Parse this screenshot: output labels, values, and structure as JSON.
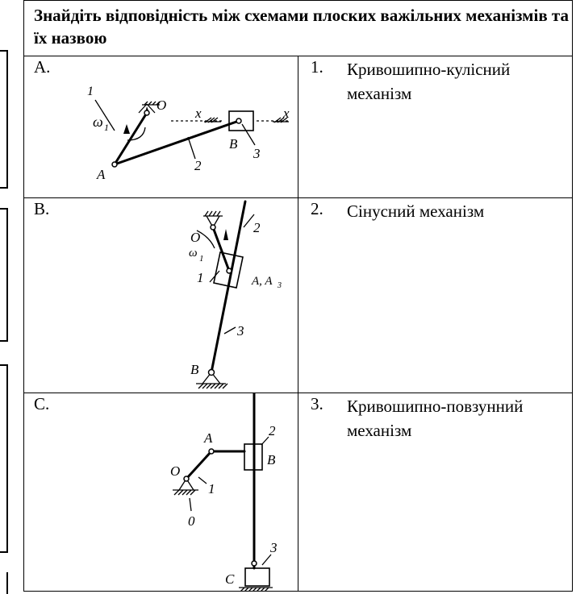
{
  "title": "Знайдіть відповідність між схемами плоских важільних механізмів та їх назвою",
  "rows": [
    {
      "letter": "A.",
      "num": "1.",
      "name": "Кривошипно-кулісний механізм",
      "labels": {
        "one": "1",
        "omega": "ω",
        "omega_sub": "1",
        "o": "O",
        "x1": "x",
        "x2": "x",
        "a": "A",
        "two": "2",
        "b": "B",
        "three": "3"
      }
    },
    {
      "letter": "B.",
      "num": "2.",
      "name": "Сінусний механізм",
      "labels": {
        "o": "O",
        "omega": "ω",
        "omega_sub": "1",
        "one": "1",
        "two": "2",
        "a": "A, A",
        "a_sub": "3",
        "three": "3",
        "b": "B"
      }
    },
    {
      "letter": "C.",
      "num": "3.",
      "name": "Кривошипно-повзунний механізм",
      "labels": {
        "a": "A",
        "o": "O",
        "one": "1",
        "zero": "0",
        "two": "2",
        "b": "B",
        "three": "3",
        "c": "C"
      }
    }
  ]
}
